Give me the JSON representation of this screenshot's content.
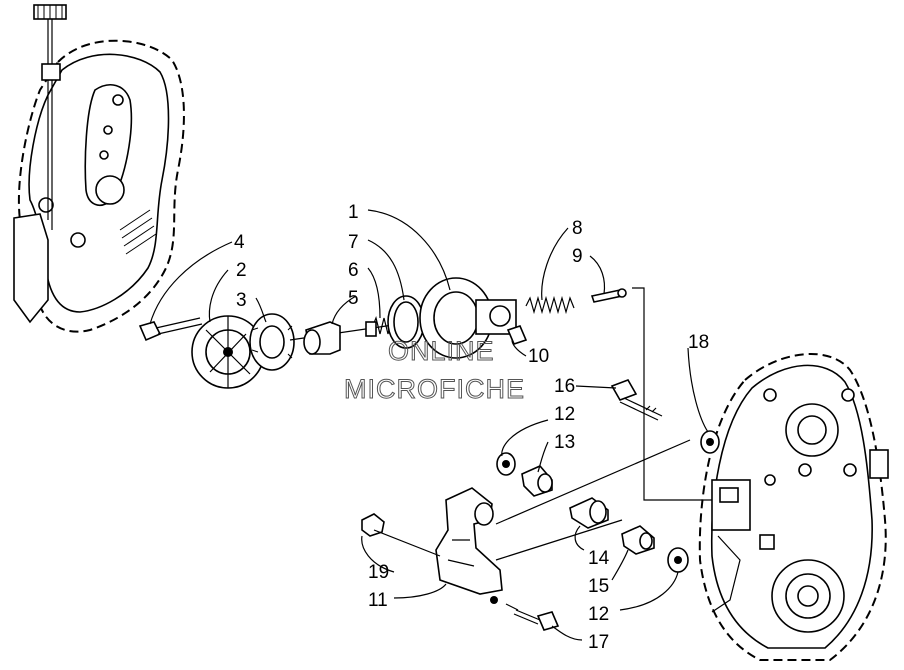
{
  "callouts": {
    "c1": "1",
    "c2": "2",
    "c3": "3",
    "c4": "4",
    "c5": "5",
    "c6": "6",
    "c7": "7",
    "c8": "8",
    "c9": "9",
    "c10": "10",
    "c11": "11",
    "c12a": "12",
    "c12b": "12",
    "c13": "13",
    "c14": "14",
    "c15": "15",
    "c16": "16",
    "c17": "17",
    "c18": "18",
    "c19": "19"
  },
  "watermark": {
    "line1": "ONLINE",
    "line2": "MICROFICHE"
  }
}
